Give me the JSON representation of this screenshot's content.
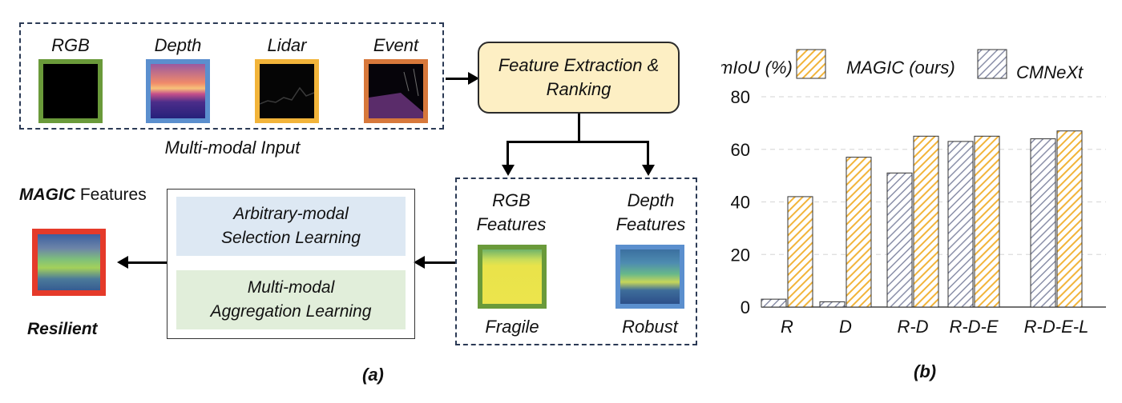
{
  "panel_a": {
    "caption": "(a)",
    "inputs": [
      {
        "label": "RGB",
        "frame_color": "#6a9a3a"
      },
      {
        "label": "Depth",
        "frame_color": "#5b8fce"
      },
      {
        "label": "Lidar",
        "frame_color": "#f2b43a"
      },
      {
        "label": "Event",
        "frame_color": "#d7783b"
      }
    ],
    "input_caption": "Multi-modal Input",
    "feature_box": "Feature Extraction &\nRanking",
    "rgb_features": "RGB\nFeatures",
    "depth_features": "Depth\nFeatures",
    "fragile": "Fragile",
    "robust": "Robust",
    "selection": "Arbitrary-modal\nSelection Learning",
    "aggregation": "Multi-modal\nAggregation Learning",
    "magic_bold": "MAGIC",
    "magic_rest": " Features",
    "resilient": "Resilient",
    "colors": {
      "feature_box_fill": "#fdefc4",
      "selection_fill": "#dde8f3",
      "aggregation_fill": "#e1eeda",
      "resilient_frame": "#e53a2a"
    }
  },
  "panel_b": {
    "caption": "(b)"
  },
  "chart_data": {
    "type": "bar",
    "ylabel": "mIoU (%)",
    "categories": [
      "R",
      "D",
      "R-D",
      "R-D-E",
      "R-D-E-L"
    ],
    "ylim": [
      0,
      80
    ],
    "yticks": [
      0,
      20,
      40,
      60,
      80
    ],
    "grid": true,
    "legend_position": "top",
    "series": [
      {
        "name": "CMNeXt",
        "values": [
          3,
          2,
          51,
          63,
          64
        ],
        "color": "#8a8fa8",
        "pattern": "hatched"
      },
      {
        "name": "MAGIC (ours)",
        "values": [
          42,
          57,
          65,
          65,
          67
        ],
        "color": "#f2b43a",
        "pattern": "hatched"
      }
    ]
  }
}
